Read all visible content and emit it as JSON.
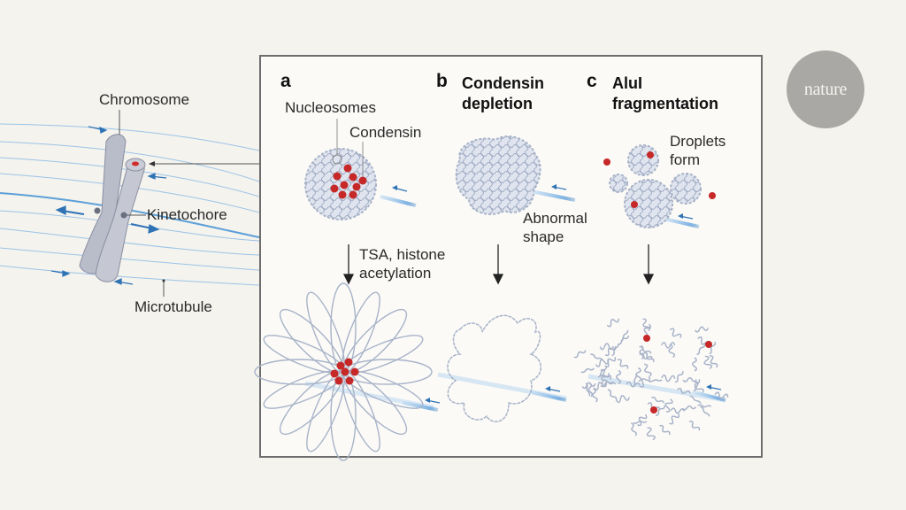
{
  "logo": {
    "text": "nature",
    "color": "#a9a8a5"
  },
  "left_figure": {
    "labels": {
      "chromosome": "Chromosome",
      "kinetochore": "Kinetochore",
      "microtubule": "Microtubule"
    }
  },
  "panels": [
    {
      "letter": "a",
      "title": "",
      "labels": {
        "nucleosomes": "Nucleosomes",
        "condensin": "Condensin"
      },
      "transition_label": [
        "TSA, histone",
        "acetylation"
      ]
    },
    {
      "letter": "b",
      "title": [
        "Condensin",
        "depletion"
      ],
      "labels": {
        "abnormal": [
          "Abnormal",
          "shape"
        ]
      }
    },
    {
      "letter": "c",
      "title": [
        "AluI",
        "fragmentation"
      ],
      "labels": {
        "droplets": [
          "Droplets",
          "form"
        ]
      }
    }
  ],
  "colors": {
    "background": "#f4f3ee",
    "panel_bg": "#fbfaf7",
    "chromatin": "#a8b3c8",
    "condensin": "#c62828",
    "microtubule": "#3b82c4",
    "chromosome": "#b9bcc9"
  }
}
